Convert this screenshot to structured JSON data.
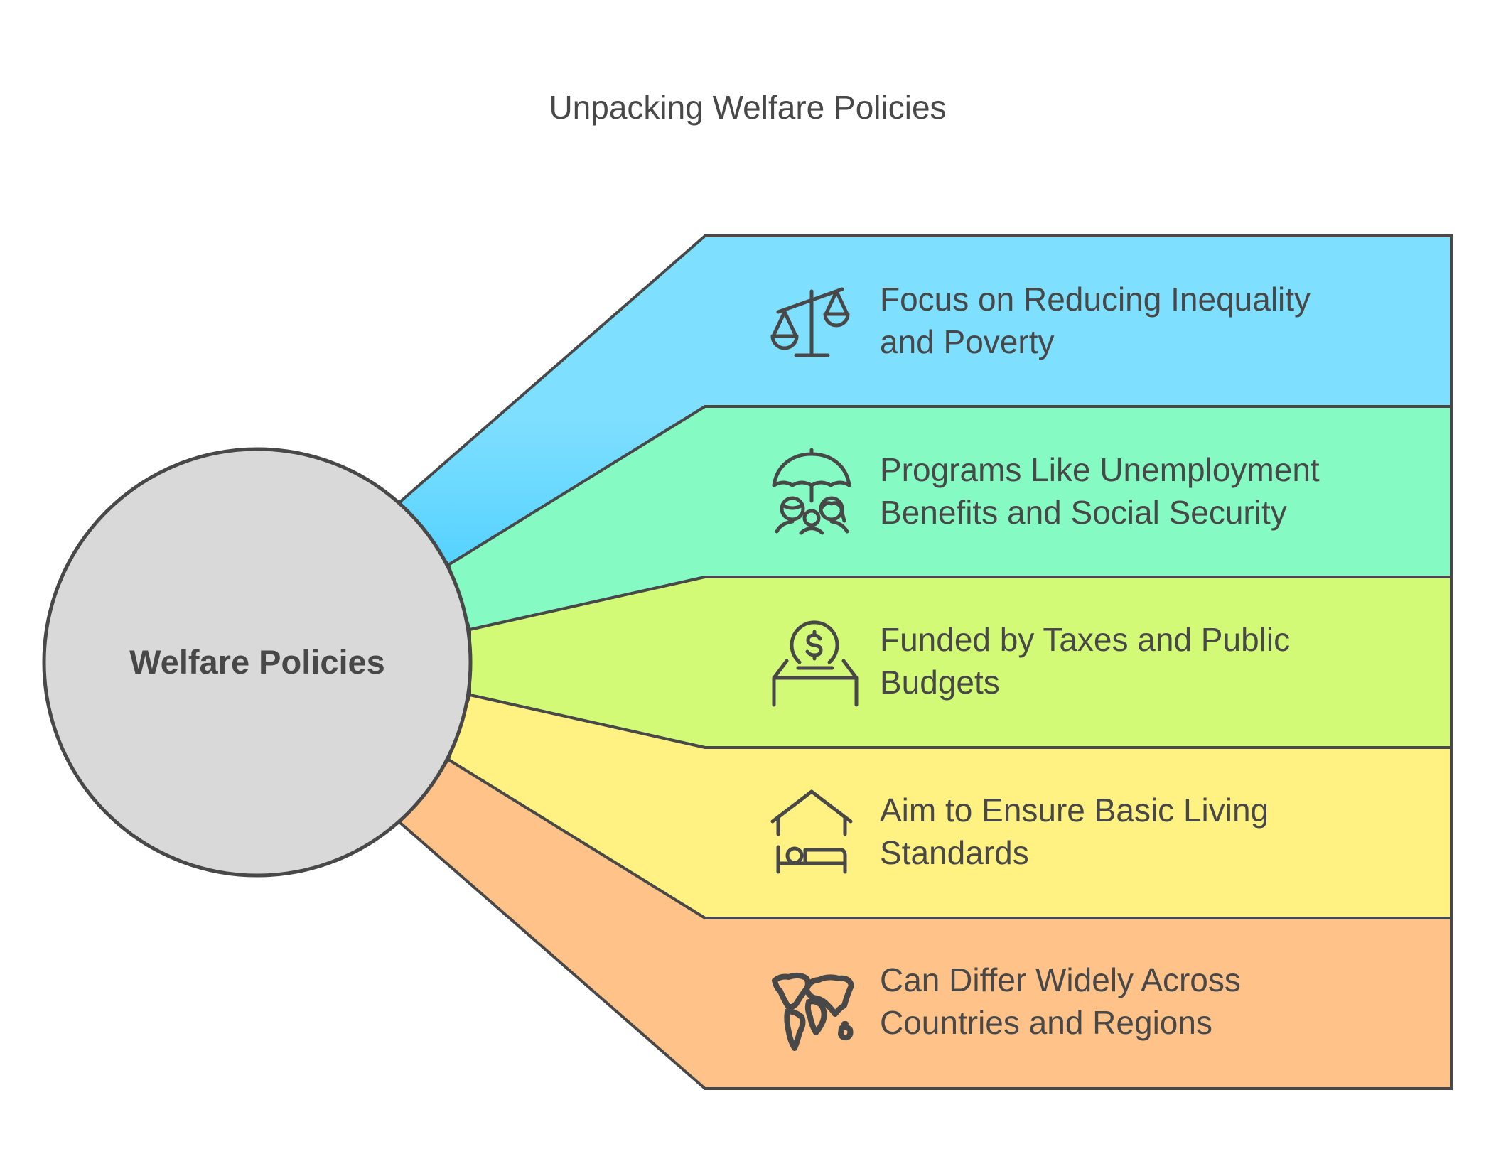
{
  "title": "Unpacking Welfare Policies",
  "hub": {
    "label": "Welfare Policies",
    "fill": "#D9D9D9"
  },
  "stroke_color": "#484848",
  "text_color": "#484848",
  "items": [
    {
      "icon": "scales-of-justice-icon",
      "line1": "Focus on Reducing Inequality",
      "line2": "and Poverty",
      "color": "#7FDFFF",
      "color_dark": "#55D2FF"
    },
    {
      "icon": "umbrella-family-icon",
      "line1": "Programs Like Unemployment",
      "line2": "Benefits and Social Security",
      "color": "#85FAC3"
    },
    {
      "icon": "coin-donation-box-icon",
      "line1": "Funded by Taxes and Public",
      "line2": "Budgets",
      "color": "#D3FA77"
    },
    {
      "icon": "house-bed-icon",
      "line1": "Aim to Ensure Basic Living",
      "line2": "Standards",
      "color": "#FFF182"
    },
    {
      "icon": "world-map-icon",
      "line1": "Can Differ Widely Across",
      "line2": "Countries and Regions",
      "color": "#FFC288"
    }
  ]
}
